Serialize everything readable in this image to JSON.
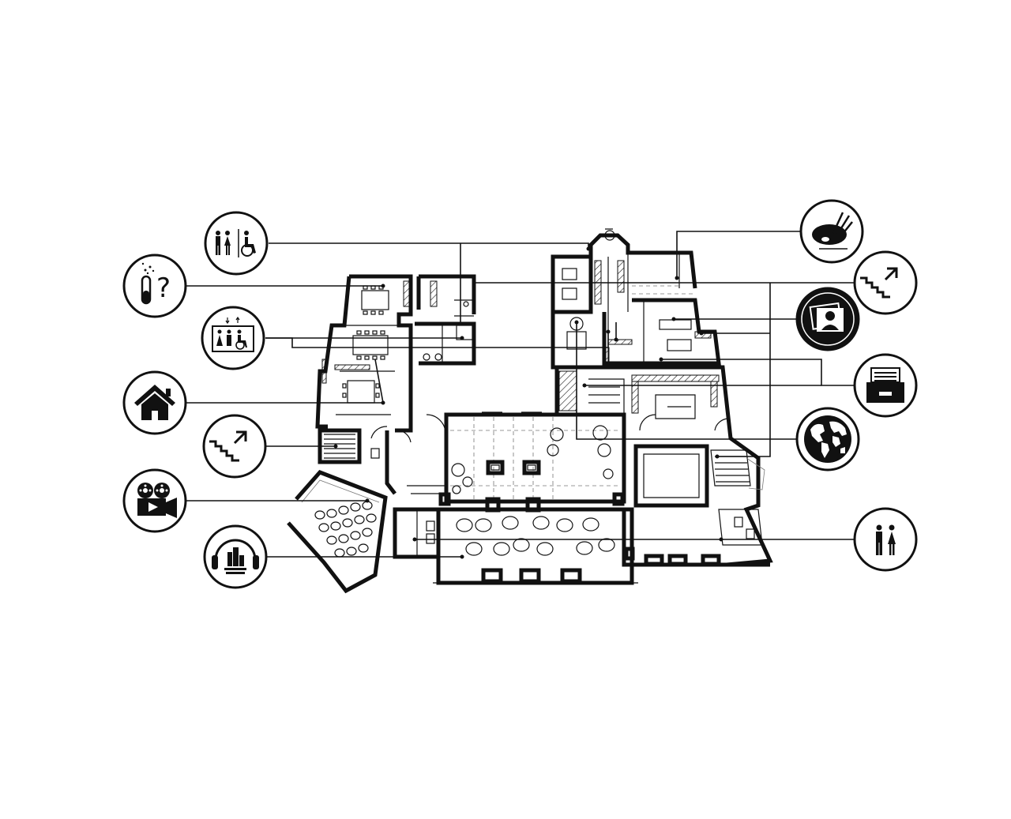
{
  "diagram": {
    "kind": "floor-plan-with-icon-legend",
    "colors": {
      "ink": "#111111",
      "background": "#ffffff"
    },
    "left_icons": [
      {
        "id": "restrooms-accessible",
        "icon": "restroom-and-wheelchair-icon"
      },
      {
        "id": "science-info",
        "icon": "test-tube-question-icon",
        "label": "?"
      },
      {
        "id": "accessible-elevator",
        "icon": "elevator-accessible-icon"
      },
      {
        "id": "home",
        "icon": "house-icon"
      },
      {
        "id": "stairs-left",
        "icon": "stairs-up-icon"
      },
      {
        "id": "cinema",
        "icon": "movie-camera-icon"
      },
      {
        "id": "audio-library",
        "icon": "headphones-books-icon"
      }
    ],
    "right_icons": [
      {
        "id": "art",
        "icon": "palette-brush-icon"
      },
      {
        "id": "stairs-right",
        "icon": "stairs-up-icon"
      },
      {
        "id": "photo-gallery",
        "icon": "portrait-photos-icon"
      },
      {
        "id": "archive",
        "icon": "archive-box-icon"
      },
      {
        "id": "world",
        "icon": "globe-icon"
      },
      {
        "id": "restrooms-right",
        "icon": "restroom-icon"
      }
    ]
  }
}
